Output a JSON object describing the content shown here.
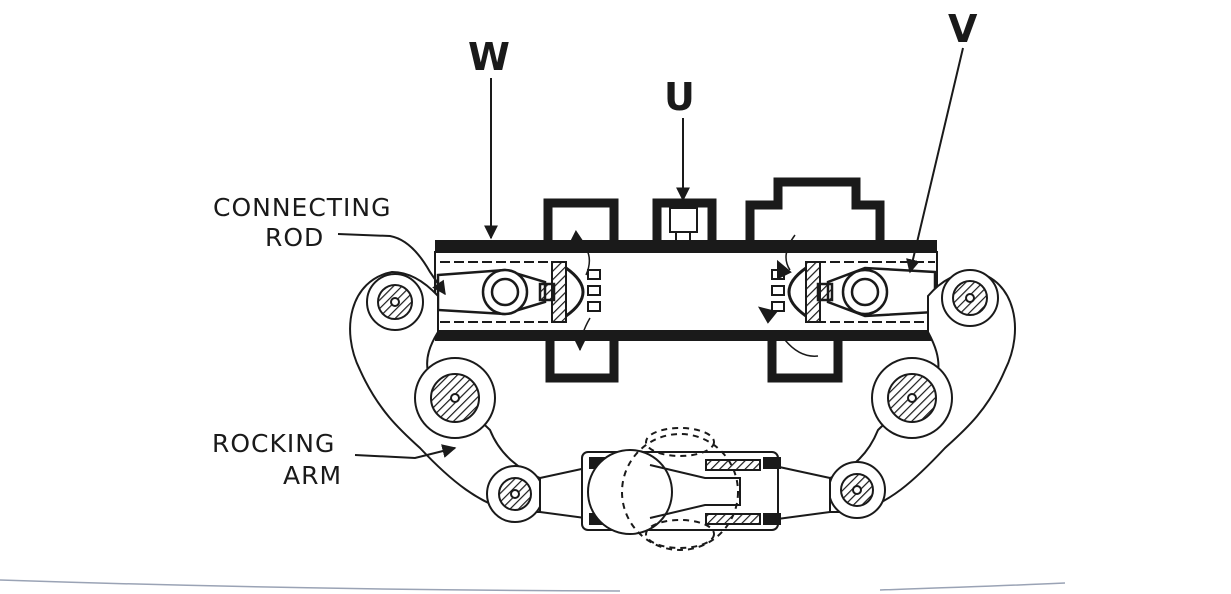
{
  "labels": {
    "w": "W",
    "u": "U",
    "v": "V",
    "connecting_rod_line1": "CONNECTING",
    "connecting_rod_line2": "ROD",
    "rocking_arm_line1": "ROCKING",
    "rocking_arm_line2": "ARM"
  },
  "colors": {
    "ink": "#1a1a1a",
    "paper": "#ffffff",
    "hatch": "#1a1a1a"
  }
}
